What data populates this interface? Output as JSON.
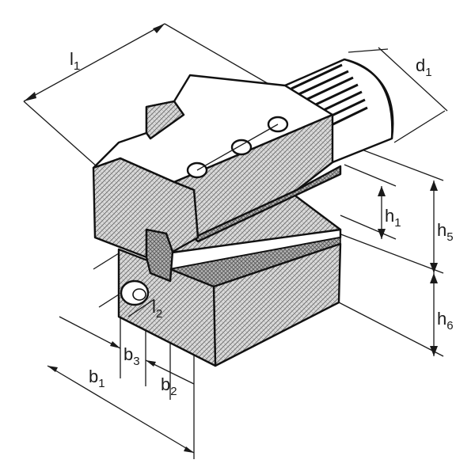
{
  "figure": {
    "labels": {
      "l1": {
        "main": "l",
        "sub": "1"
      },
      "d1": {
        "main": "d",
        "sub": "1"
      },
      "h1": {
        "main": "h",
        "sub": "1"
      },
      "h5": {
        "main": "h",
        "sub": "5"
      },
      "h6": {
        "main": "h",
        "sub": "6"
      },
      "l2": {
        "main": "l",
        "sub": "2"
      },
      "b3": {
        "main": "b",
        "sub": "3"
      },
      "b2": {
        "main": "b",
        "sub": "2"
      },
      "b1": {
        "main": "b",
        "sub": "1"
      }
    }
  }
}
